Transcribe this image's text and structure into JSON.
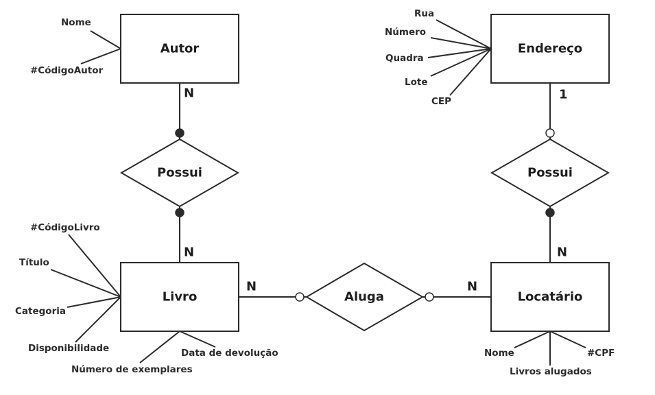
{
  "diagram": {
    "entities": {
      "autor": "Autor",
      "endereco": "Endereço",
      "livro": "Livro",
      "locatario": "Locatário"
    },
    "relationships": {
      "possui_autor_livro": "Possui",
      "possui_endereco_locatario": "Possui",
      "aluga": "Aluga"
    },
    "attributes": {
      "autor": [
        "Nome",
        "#CódigoAutor"
      ],
      "endereco": [
        "Rua",
        "Número",
        "Quadra",
        "Lote",
        "CEP"
      ],
      "livro": [
        "#CódigoLivro",
        "Título",
        "Categoria",
        "Disponibilidade",
        "Número de exemplares",
        "Data de devolução"
      ],
      "locatario": [
        "Nome",
        "Livros alugados",
        "#CPF"
      ]
    },
    "cardinalities": {
      "autor_possui": "N",
      "livro_possui": "N",
      "endereco_possui": "1",
      "locatario_possui": "N",
      "livro_aluga": "N",
      "locatario_aluga": "N"
    }
  }
}
